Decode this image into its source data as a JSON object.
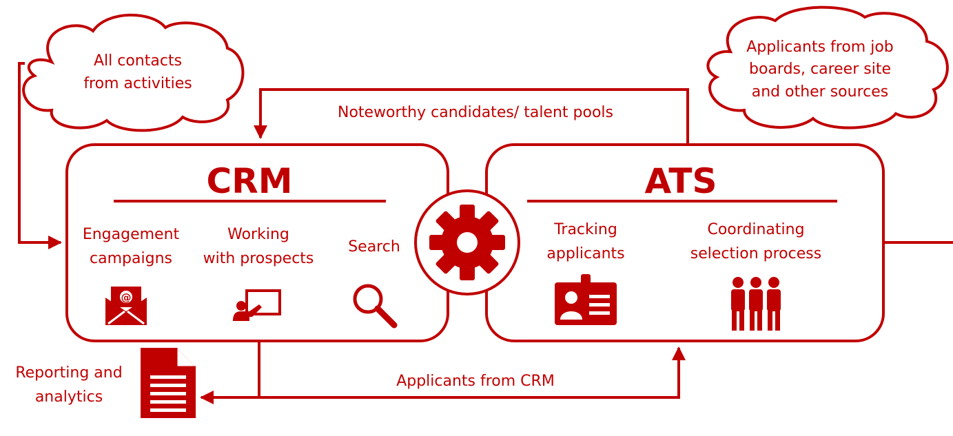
{
  "colors": {
    "brand": "#c00000",
    "background": "#ffffff"
  },
  "clouds": {
    "left": {
      "lines": [
        "All contacts",
        "from activities"
      ]
    },
    "right": {
      "lines": [
        "Applicants from job",
        "boards, career site",
        "and other sources"
      ]
    }
  },
  "flows": {
    "top": "Noteworthy candidates/ talent pools",
    "bottom": "Applicants from CRM"
  },
  "crm": {
    "title": "CRM",
    "features": [
      {
        "lines": [
          "Engagement",
          "campaigns"
        ],
        "icon": "email-envelope-icon"
      },
      {
        "lines": [
          "Working",
          "with prospects"
        ],
        "icon": "presentation-board-icon"
      },
      {
        "lines": [
          "Search"
        ],
        "icon": "magnifier-icon"
      }
    ]
  },
  "ats": {
    "title": "ATS",
    "features": [
      {
        "lines": [
          "Tracking",
          "applicants"
        ],
        "icon": "id-badge-icon"
      },
      {
        "lines": [
          "Coordinating",
          "selection process"
        ],
        "icon": "people-group-icon"
      }
    ]
  },
  "center_icon": "gear-icon",
  "reporting": {
    "lines": [
      "Reporting and",
      "analytics"
    ],
    "icon": "document-icon"
  }
}
